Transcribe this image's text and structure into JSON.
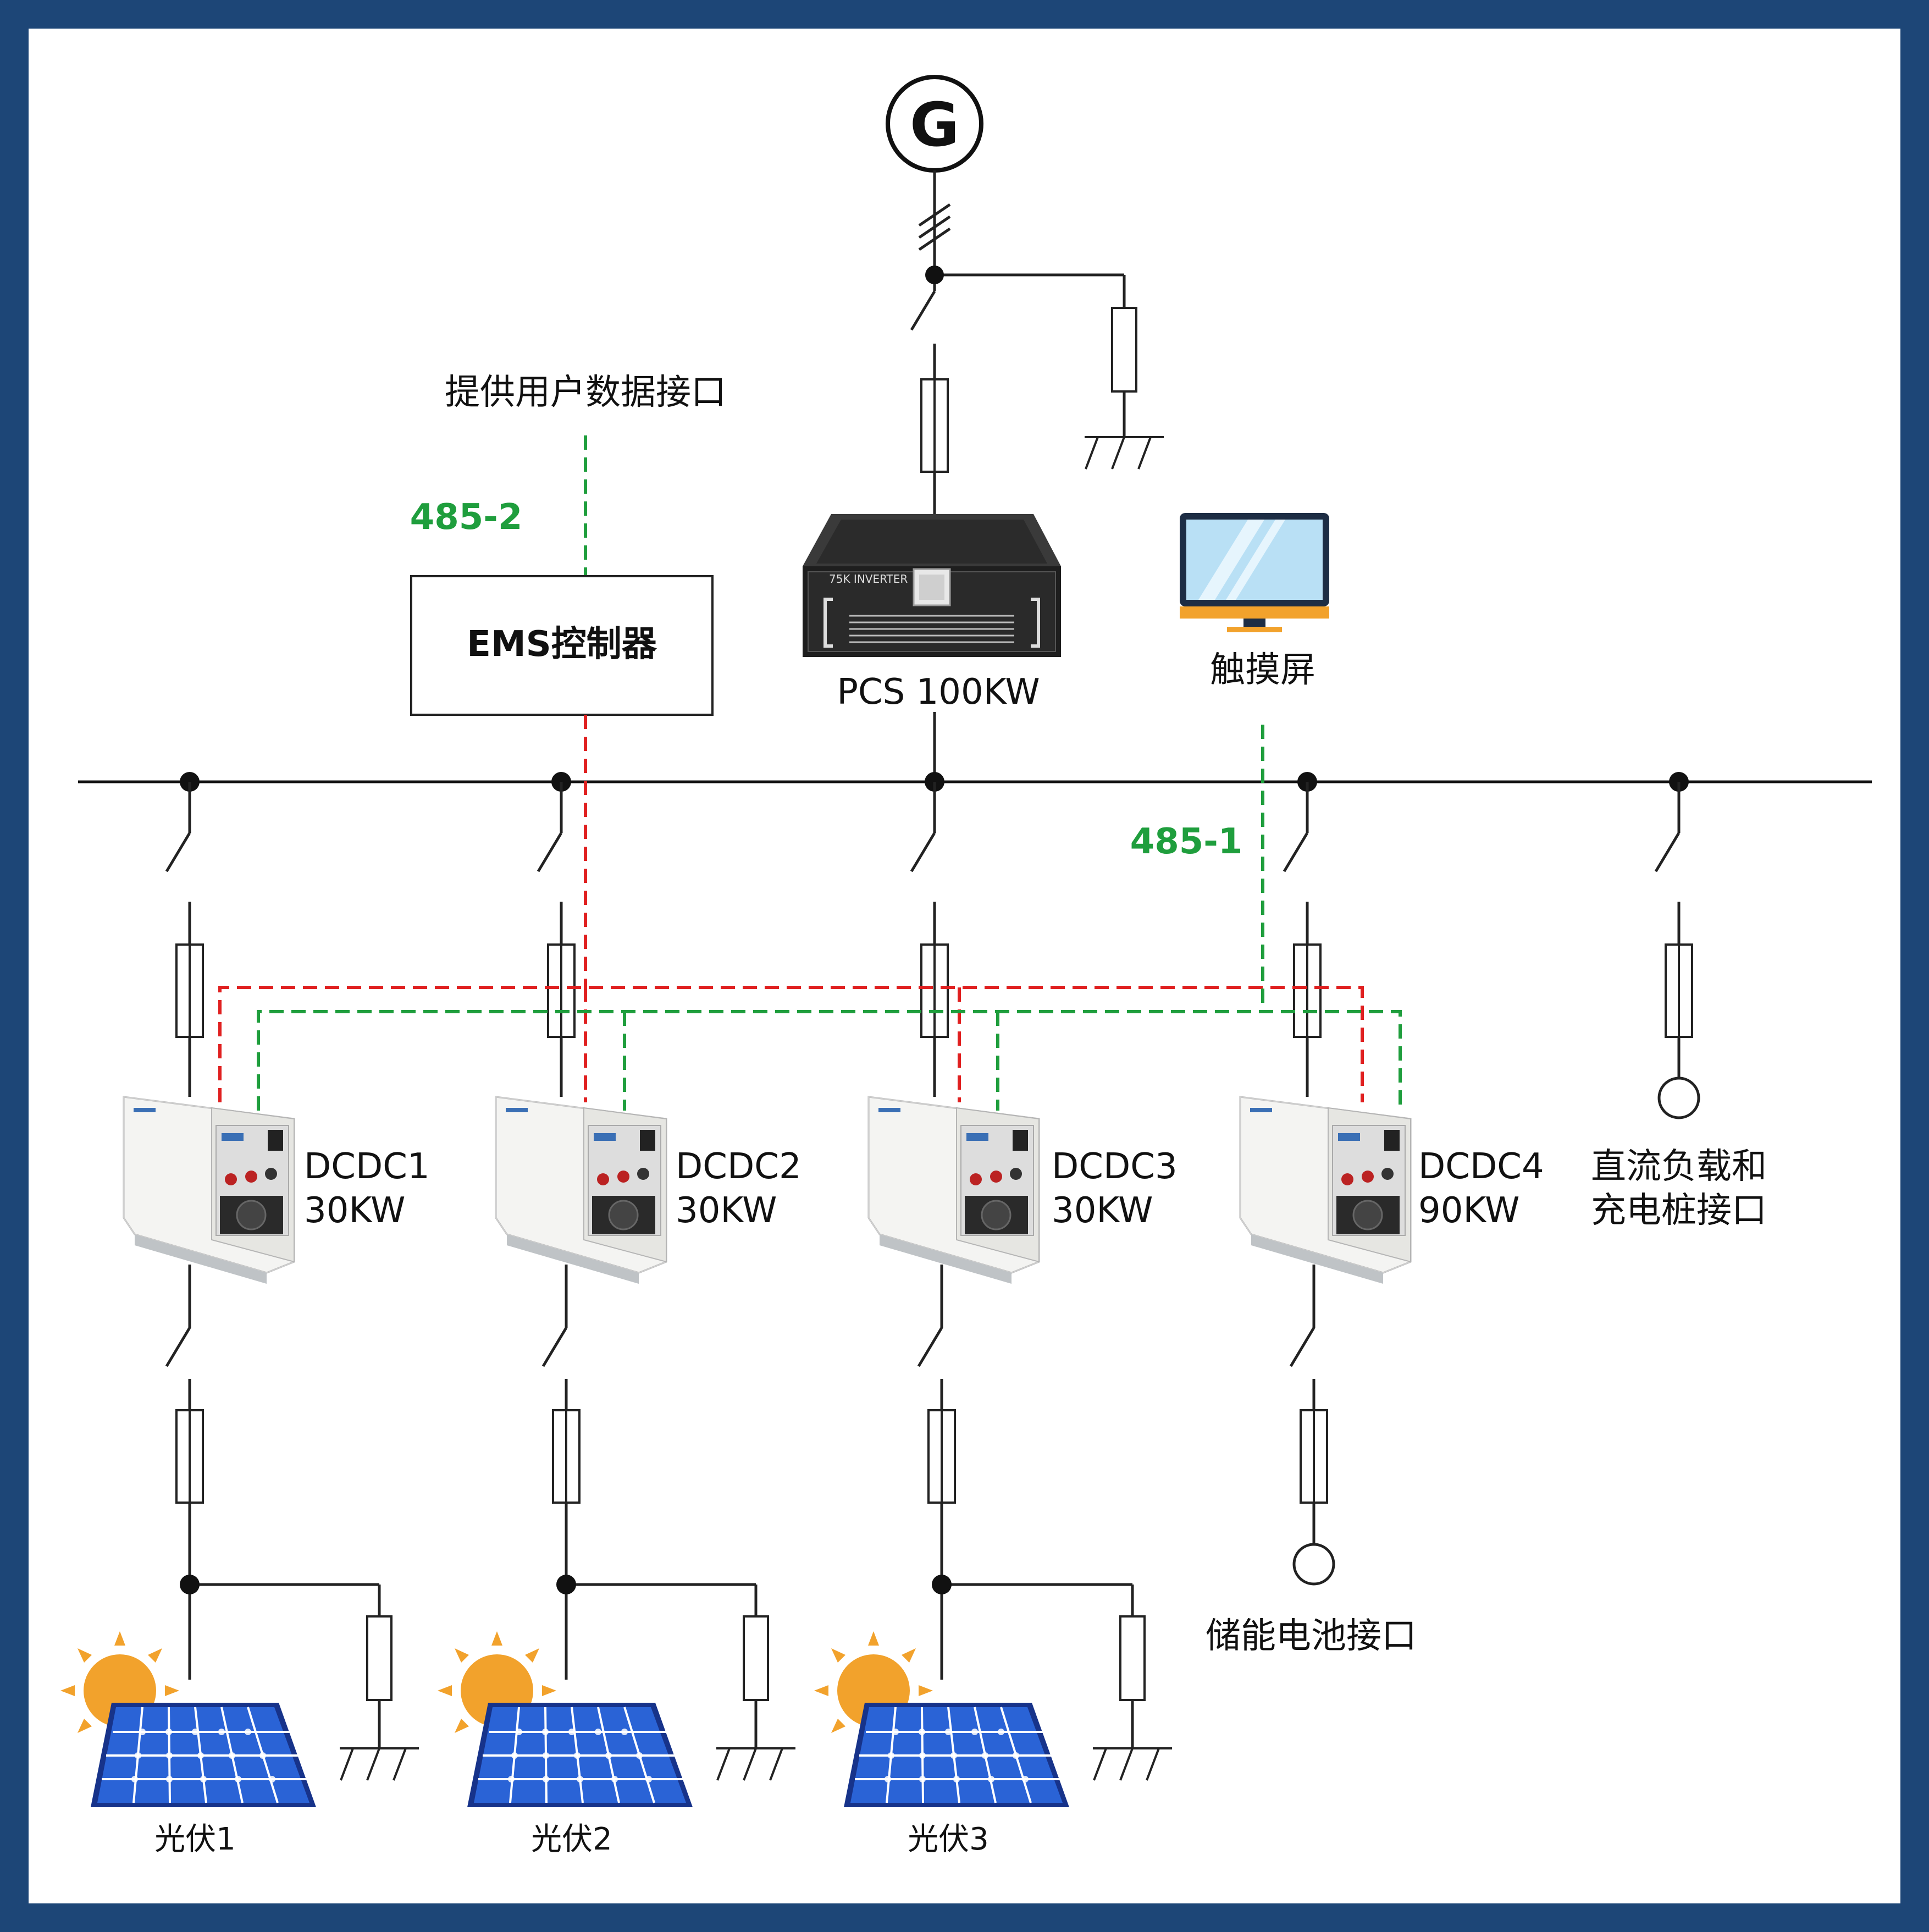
{
  "colors": {
    "frame": "#1d4677",
    "control_line": "#e02020",
    "comm_line": "#1f9e3d",
    "sun": "#f2a22c",
    "panel": "#1e4fb6"
  },
  "labels": {
    "generator": "G",
    "user_data_interface": "提供用户数据接口",
    "bus_485_2": "485-2",
    "bus_485_1": "485-1",
    "ems": "EMS控制器",
    "pcs_front": "75K INVERTER",
    "pcs": "PCS 100KW",
    "touch_screen": "触摸屏",
    "dcdc1_name": "DCDC1",
    "dcdc1_power": "30KW",
    "dcdc2_name": "DCDC2",
    "dcdc2_power": "30KW",
    "dcdc3_name": "DCDC3",
    "dcdc3_power": "30KW",
    "dcdc4_name": "DCDC4",
    "dcdc4_power": "90KW",
    "dc_load_line1": "直流负载和",
    "dc_load_line2": "充电桩接口",
    "storage_battery": "储能电池接口",
    "pv1": "光伏1",
    "pv2": "光伏2",
    "pv3": "光伏3"
  }
}
